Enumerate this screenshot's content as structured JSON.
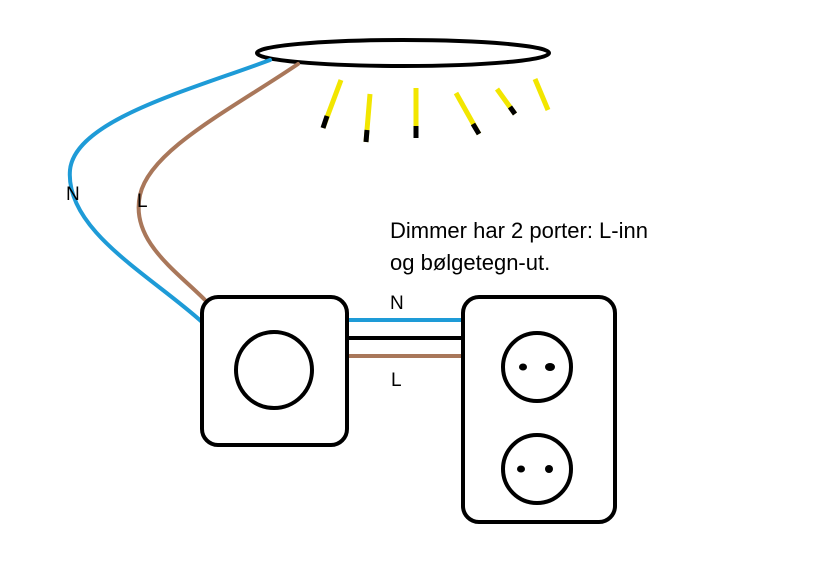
{
  "labels": {
    "left_neutral": "N",
    "left_live": "L",
    "middle_neutral": "N",
    "middle_live": "L"
  },
  "note": {
    "line1": "Dimmer har 2 porter: L-inn",
    "line2": "og bølgetegn-ut."
  },
  "colors": {
    "neutral_wire": "#1e9bd7",
    "live_wire": "#a9775a",
    "black_wire": "#000000",
    "light_rays": "#f2e600"
  },
  "icons": {
    "lamp": "ceiling-lamp-icon",
    "dimmer": "dimmer-switch-icon",
    "socket": "double-socket-icon"
  }
}
